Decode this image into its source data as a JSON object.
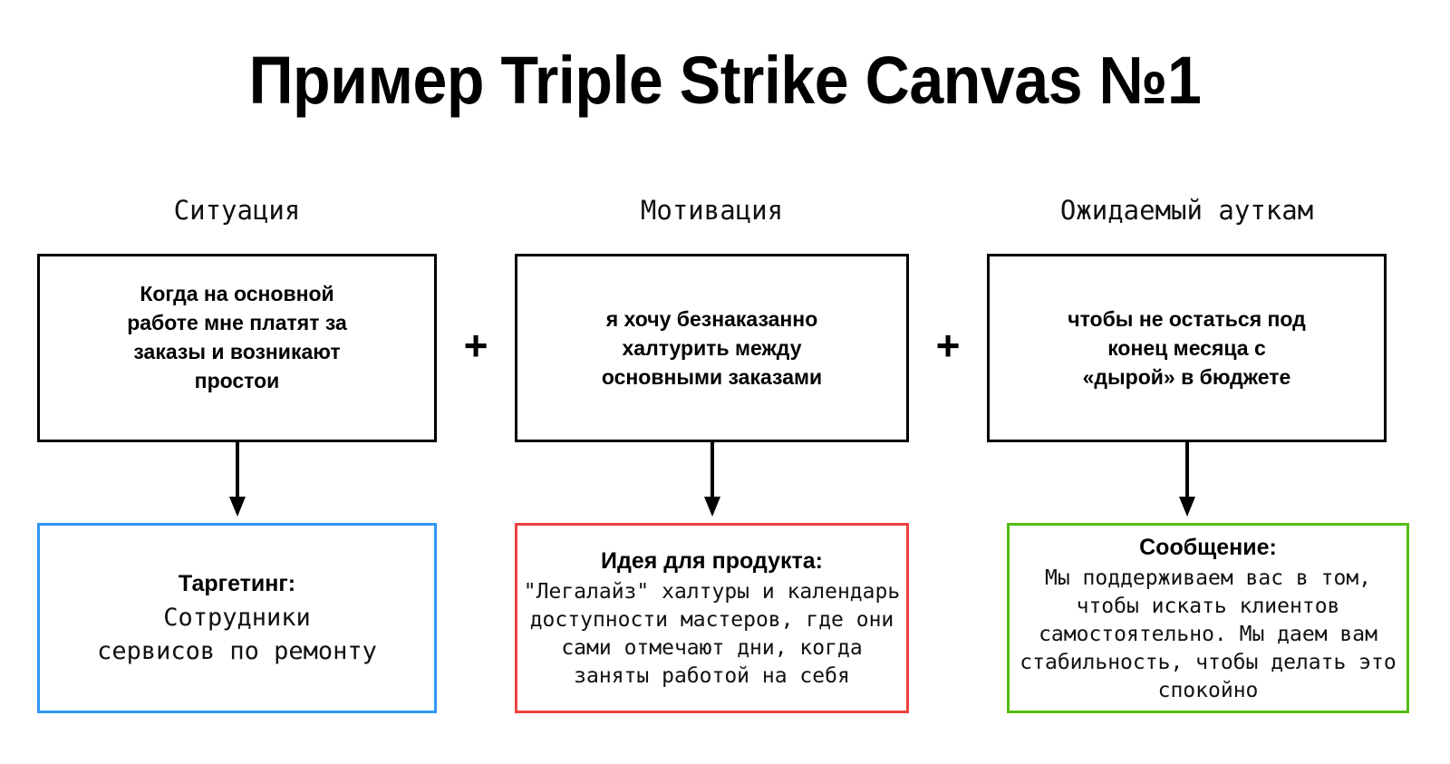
{
  "title": "Пример Triple Strike Canvas №1",
  "columns": [
    {
      "header": "Ситуация",
      "operator": "+"
    },
    {
      "header": "Мотивация",
      "operator": "+"
    },
    {
      "header": "Ожидаемый ауткам",
      "operator": ""
    }
  ],
  "premises": [
    {
      "text": "Когда на основной\nработе мне платят за\nзаказы и возникают\nпростои"
    },
    {
      "text": "я хочу безнаказанно\nхалтурить между\nосновными заказами"
    },
    {
      "text": "чтобы не остаться под\nконец месяца с\n«дырой» в бюджете"
    }
  ],
  "outcomes": [
    {
      "heading": "Таргетинг:",
      "body": "Сотрудники\nсервисов по ремонту",
      "border_color": "#2f97f7"
    },
    {
      "heading": "Идея для продукта:",
      "body": "\"Легалайз\" халтуры и календарь\nдоступности мастеров, где они\nсами отмечают дни, когда\nзаняты работой на себя",
      "border_color": "#f04141"
    },
    {
      "heading": "Сообщение:",
      "body": "Мы поддерживаем вас в том,\nчтобы искать клиентов\nсамостоятельно. Мы даем вам\nстабильность, чтобы делать это\nспокойно",
      "border_color": "#55bb11"
    }
  ],
  "colors": {
    "background": "#ffffff",
    "text": "#000000",
    "premise_border": "#000000",
    "arrow": "#000000"
  }
}
